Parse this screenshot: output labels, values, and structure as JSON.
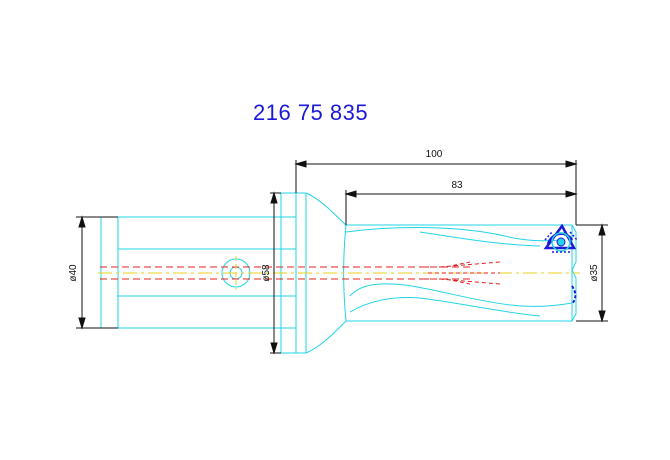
{
  "drawing": {
    "part_number": "216 75 835",
    "dimensions": {
      "overall_length": "100",
      "flute_length": "83",
      "shank_diameter": "ø40",
      "flange_diameter": "ø58",
      "cutting_diameter": "ø35"
    },
    "colors": {
      "outline": "#22d4e6",
      "dimension": "#111111",
      "centerline": "#e02020",
      "axis": "#e8d21a",
      "insert": "#1a1ad8",
      "part_number": "#1a1ad8"
    }
  }
}
